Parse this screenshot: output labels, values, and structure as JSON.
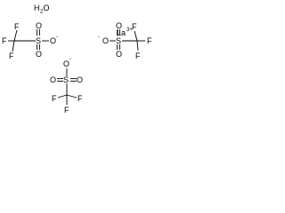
{
  "molecule": {
    "water": {
      "h": "H",
      "sub": "2",
      "o": "O"
    },
    "lanthanum": {
      "symbol": "La",
      "charge": "3+"
    },
    "triflates": [
      {
        "f1": "F",
        "f2": "F",
        "f3": "F",
        "s": "S",
        "o1": "O",
        "o2": "O",
        "o3": "O",
        "charge": "-"
      },
      {
        "f1": "F",
        "f2": "F",
        "f3": "F",
        "s": "S",
        "o1": "O",
        "o2": "O",
        "o3": "O",
        "charge": "-"
      },
      {
        "f1": "F",
        "f2": "F",
        "f3": "F",
        "s": "S",
        "o1": "O",
        "o2": "O",
        "o3": "O",
        "charge": "-"
      }
    ]
  }
}
